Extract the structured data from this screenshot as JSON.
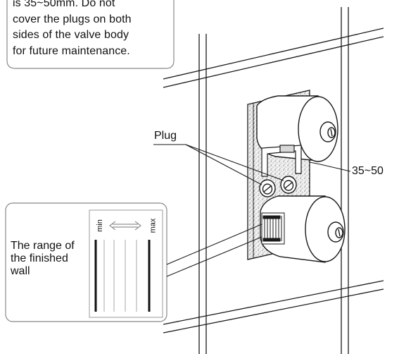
{
  "note": {
    "lines": [
      "is 35~50mm. Do not",
      "cover the plugs on both",
      "sides of the valve body",
      "for future maintenance."
    ]
  },
  "labels": {
    "plug": "Plug",
    "depth": "35~50"
  },
  "range_box": {
    "lines": [
      "The range of",
      "the finished",
      "wall"
    ],
    "min": "min",
    "max": "max"
  },
  "colors": {
    "line": "#1a1a1a",
    "plaster": "#e9e9e9",
    "knob": "#ffffff"
  }
}
